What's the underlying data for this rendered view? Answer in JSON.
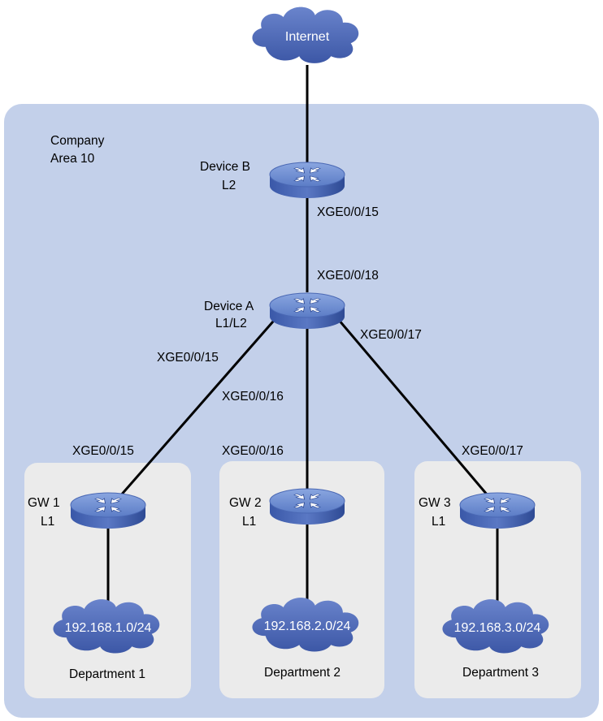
{
  "company": {
    "line1": "Company",
    "line2": "Area 10"
  },
  "internet": {
    "label": "Internet"
  },
  "devices": {
    "device_b": {
      "name": "Device B",
      "level": "L2",
      "port_down": "XGE0/0/15"
    },
    "device_a": {
      "name": "Device A",
      "level": "L1/L2",
      "port_up": "XGE0/0/18",
      "port_left": "XGE0/0/15",
      "port_mid": "XGE0/0/16",
      "port_right": "XGE0/0/17"
    },
    "gw1": {
      "name": "GW 1",
      "level": "L1",
      "port_up": "XGE0/0/15"
    },
    "gw2": {
      "name": "GW 2",
      "level": "L1",
      "port_up": "XGE0/0/16"
    },
    "gw3": {
      "name": "GW 3",
      "level": "L1",
      "port_up": "XGE0/0/17"
    }
  },
  "departments": [
    {
      "subnet": "192.168.1.0/24",
      "name": "Department 1"
    },
    {
      "subnet": "192.168.2.0/24",
      "name": "Department 2"
    },
    {
      "subnet": "192.168.3.0/24",
      "name": "Department 3"
    }
  ],
  "colors": {
    "area_fill": "#c3d0ea",
    "dept_fill": "#ebebeb",
    "cloud": "#4a64b0",
    "router_top": "#6f8fd2",
    "router_side": "#35509c"
  }
}
